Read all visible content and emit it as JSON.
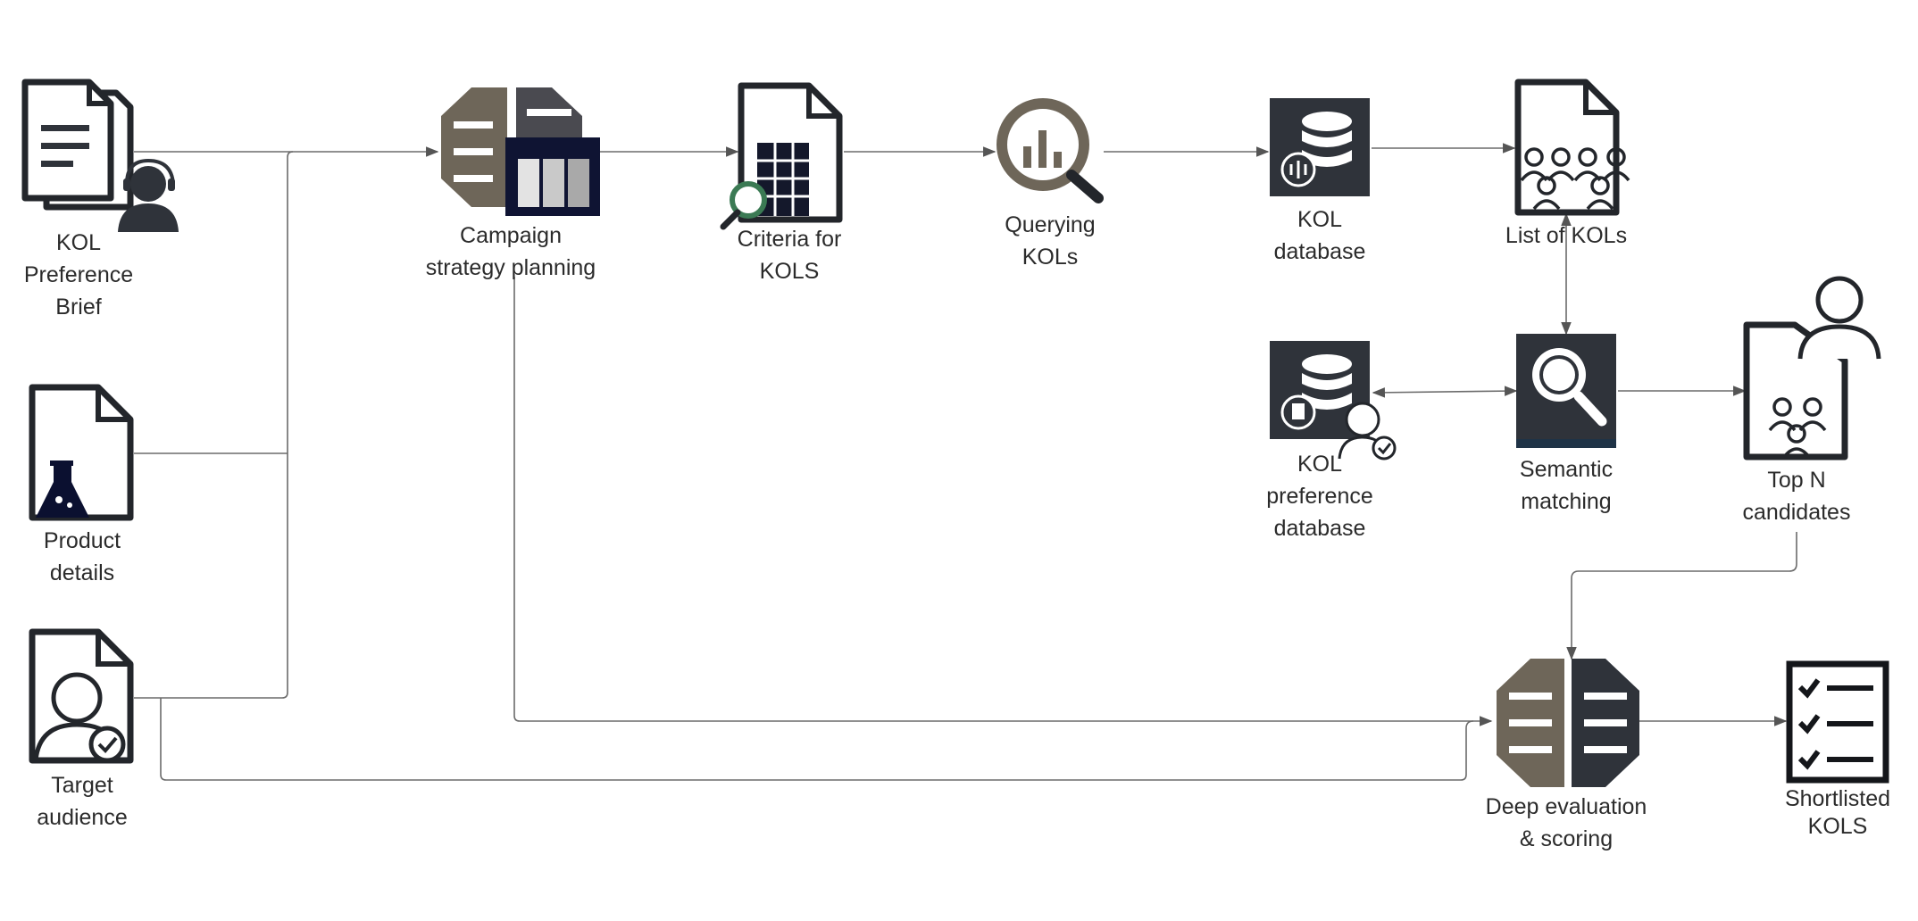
{
  "nodes": {
    "kol_brief": {
      "lines": [
        "KOL",
        "Preference",
        "Brief"
      ]
    },
    "campaign": {
      "lines": [
        "Campaign",
        "strategy planning"
      ]
    },
    "criteria": {
      "lines": [
        "Criteria for",
        "KOLS"
      ]
    },
    "querying": {
      "lines": [
        "Querying",
        "KOLs"
      ]
    },
    "kol_db": {
      "lines": [
        "KOL",
        "database"
      ]
    },
    "list_kols": {
      "lines": [
        "List of KOLs"
      ]
    },
    "kol_pref_db": {
      "lines": [
        "KOL",
        "preference",
        "database"
      ]
    },
    "semantic": {
      "lines": [
        "Semantic",
        "matching"
      ]
    },
    "top_n": {
      "lines": [
        "Top N",
        "candidates"
      ]
    },
    "product": {
      "lines": [
        "Product",
        "details"
      ]
    },
    "target": {
      "lines": [
        "Target",
        "audience"
      ]
    },
    "deep_eval": {
      "lines": [
        "Deep evaluation",
        "& scoring"
      ]
    },
    "shortlisted": {
      "lines": [
        "Shortlisted",
        "KOLS"
      ]
    }
  },
  "icons": {
    "kol_brief": "document-with-headset-person-icon",
    "campaign": "brain-with-table-icon",
    "criteria": "spreadsheet-with-magnifier-icon",
    "querying": "chart-magnifier-icon",
    "kol_db": "database-icon",
    "list_kols": "document-with-people-icon",
    "kol_pref_db": "database-with-user-check-icon",
    "semantic": "magnifier-icon",
    "top_n": "document-with-person-icon",
    "product": "document-with-flask-icon",
    "target": "document-with-user-check-icon",
    "deep_eval": "brain-icon",
    "shortlisted": "checklist-icon"
  },
  "colors": {
    "icon_dark": "#2f333a",
    "brain_brown": "#6e6659",
    "table_navy": "#0f1433",
    "connector": "#6b6b6b",
    "text": "#2b2b2b"
  }
}
